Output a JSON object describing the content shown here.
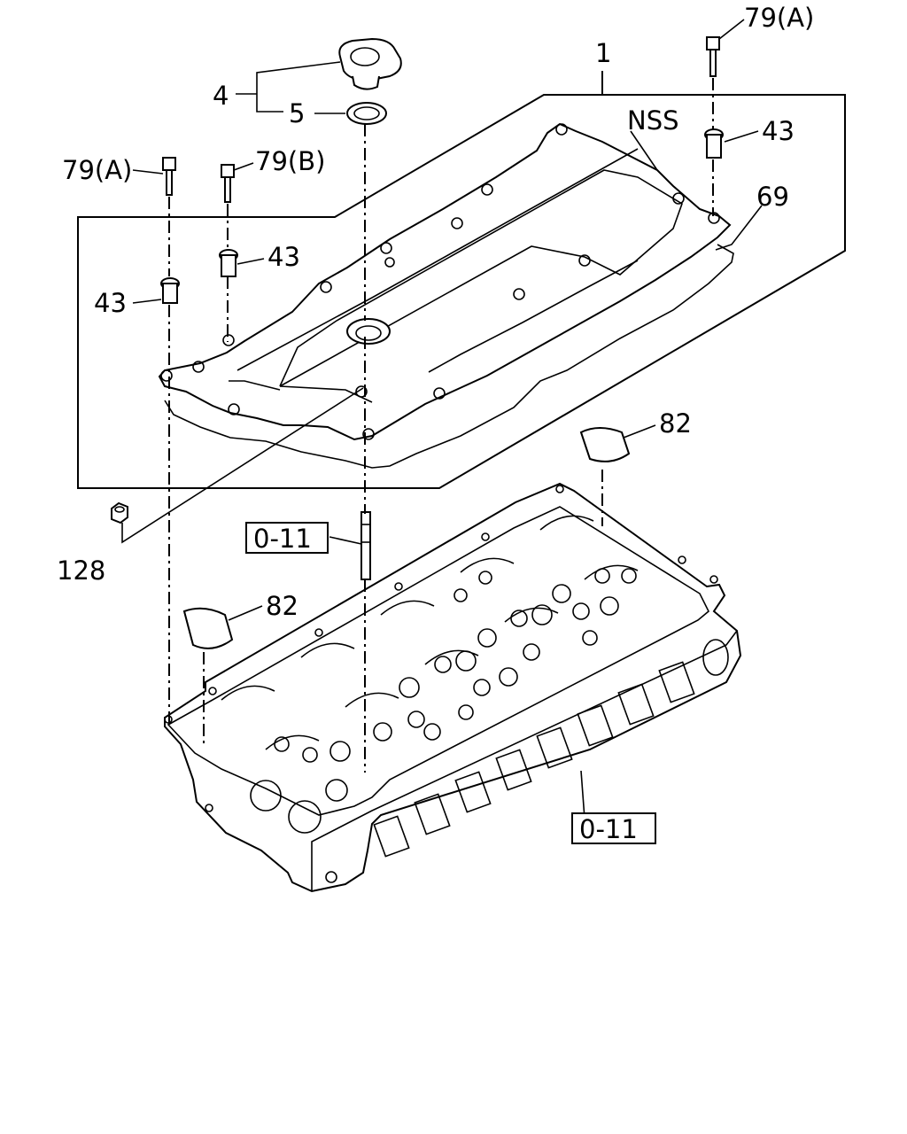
{
  "diagram": {
    "labels": {
      "l1": "1",
      "l4": "4",
      "l5": "5",
      "l43a": "43",
      "l43b": "43",
      "l43c": "43",
      "l69": "69",
      "l79a_left": "79(A)",
      "l79b": "79(B)",
      "l79a_right": "79(A)",
      "l82a": "82",
      "l82b": "82",
      "l128": "128",
      "lnss": "NSS",
      "ref1": "0-11",
      "ref2": "0-11"
    }
  }
}
